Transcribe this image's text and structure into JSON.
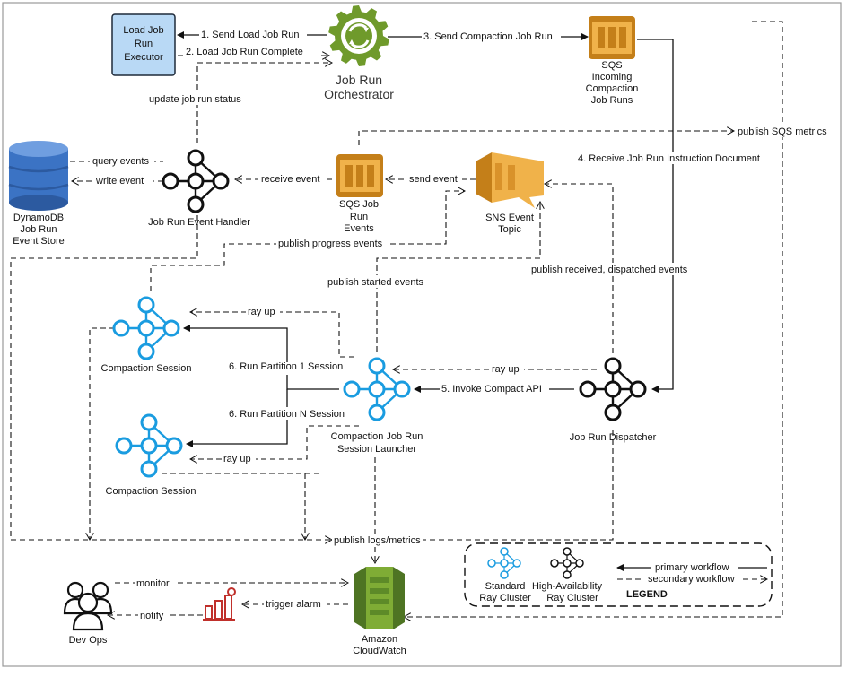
{
  "nodes": {
    "load_executor": {
      "lines": [
        "Load Job",
        "Run",
        "Executor"
      ]
    },
    "orchestrator": {
      "lines": [
        "Job Run",
        "Orchestrator"
      ]
    },
    "sqs_incoming": {
      "lines": [
        "SQS",
        "Incoming",
        "Compaction",
        "Job Runs"
      ]
    },
    "dynamodb": {
      "lines": [
        "DynamoDB",
        "Job Run",
        "Event Store"
      ]
    },
    "event_handler": {
      "label": "Job Run Event Handler"
    },
    "sqs_events": {
      "lines": [
        "SQS Job",
        "Run",
        "Events"
      ]
    },
    "sns": {
      "lines": [
        "SNS Event",
        "Topic"
      ]
    },
    "compaction_session_1": {
      "label": "Compaction Session"
    },
    "session_launcher": {
      "lines": [
        "Compaction Job Run",
        "Session Launcher"
      ]
    },
    "dispatcher": {
      "label": "Job Run Dispatcher"
    },
    "compaction_session_2": {
      "label": "Compaction Session"
    },
    "devops": {
      "label": "Dev Ops"
    },
    "cloudwatch": {
      "lines": [
        "Amazon",
        "CloudWatch"
      ]
    }
  },
  "edges": {
    "e1": "1. Send Load Job Run",
    "e2": "2. Load Job Run Complete",
    "e3": "3. Send Compaction Job Run",
    "e4": "4. Receive Job Run Instruction Document",
    "e5": "5. Invoke Compact API",
    "e6a": "6. Run Partition 1 Session",
    "e6b": "6. Run Partition N Session",
    "update_status": "update job run status",
    "publish_sqs_metrics": "publish SQS metrics",
    "query_events": "query events",
    "write_event": "write event",
    "receive_event": "receive event",
    "send_event": "send event",
    "publish_progress": "publish progress events",
    "publish_started": "publish started events",
    "publish_received": "publish received, dispatched events",
    "ray_up_1": "ray up",
    "ray_up_2": "ray up",
    "ray_up_3": "ray up",
    "publish_logs": "publish logs/metrics",
    "monitor": "monitor",
    "trigger_alarm": "trigger alarm",
    "notify": "notify"
  },
  "legend": {
    "standard": [
      "Standard",
      "Ray Cluster"
    ],
    "ha": [
      "High-Availability",
      "Ray Cluster"
    ],
    "title": "LEGEND",
    "primary": "primary workflow",
    "secondary": "secondary workflow"
  },
  "colors": {
    "ray_blue": "#1a9ce0",
    "ray_black": "#111111",
    "aws_orange": "#e8a33d",
    "aws_green": "#6f9a2b",
    "dynamo_blue": "#3b73c4",
    "executor_fill": "#b9d9f5",
    "alarm_red": "#c0302b"
  }
}
